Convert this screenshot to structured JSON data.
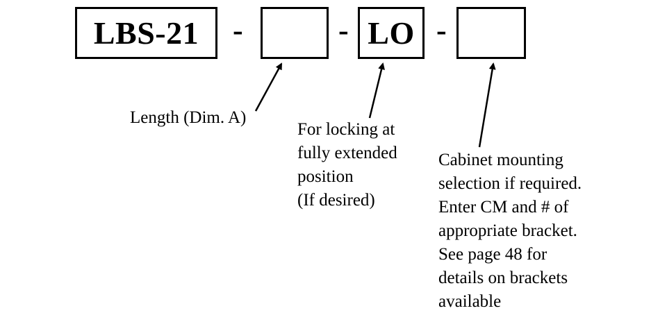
{
  "part_number": {
    "prefix": "LBS-21",
    "separator": "-",
    "length_field": "",
    "locking_option": "LO",
    "mounting_field": ""
  },
  "callouts": {
    "length": {
      "lines": [
        "Length (Dim. A)"
      ]
    },
    "locking": {
      "lines": [
        "For locking at",
        "fully extended",
        "position",
        "(If desired)"
      ]
    },
    "mounting": {
      "lines": [
        "Cabinet mounting",
        "selection if required.",
        "Enter CM and # of",
        "appropriate bracket.",
        "See page 48 for",
        "details on brackets",
        "available"
      ]
    }
  }
}
